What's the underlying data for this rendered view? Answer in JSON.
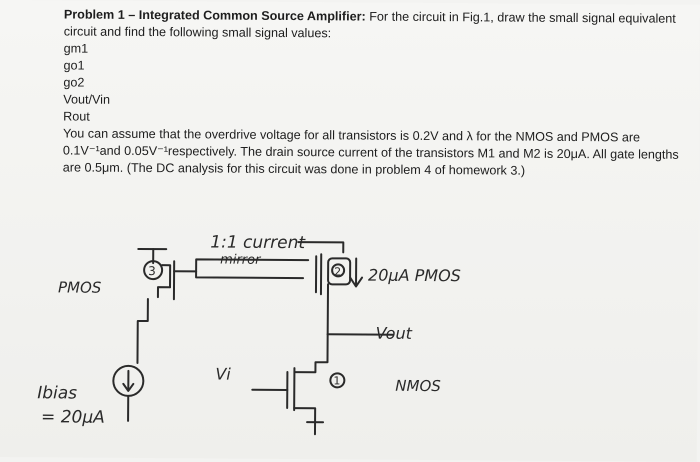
{
  "problem": {
    "heading": "Problem 1 – Integrated Common Source Amplifier:",
    "intro": " For the circuit in Fig.1, draw the small signal equivalent circuit and find the following small signal values:",
    "values": [
      "gm1",
      "go1",
      "go2",
      "Vout/Vin",
      "Rout"
    ],
    "assumption": "You can assume that the overdrive voltage for all transistors is 0.2V and λ for the NMOS and PMOS are 0.1V⁻¹and 0.05V⁻¹respectively.",
    "current": "The drain source current of the transistors M1 and M2 is 20μA. All gate lengths are 0.5μm.",
    "dc_note": "(The DC analysis for this circuit was done in problem 4 of homework 3.)"
  },
  "sketch": {
    "mirror_label_1": "1:1 current",
    "mirror_label_2": "mirror",
    "pmos_left": "PMOS",
    "m3_number": "3",
    "m2_number": "2",
    "m1_number": "1",
    "right_current": "20μA PMOS",
    "vout": "Vout",
    "vin": "Vi",
    "nmos": "NMOS",
    "ibias_1": "Ibias",
    "ibias_2": "= 20μA",
    "colors": {
      "ink": "#2a2a2a",
      "paper": "#f3f3f1",
      "text": "#1d1d1d"
    }
  }
}
